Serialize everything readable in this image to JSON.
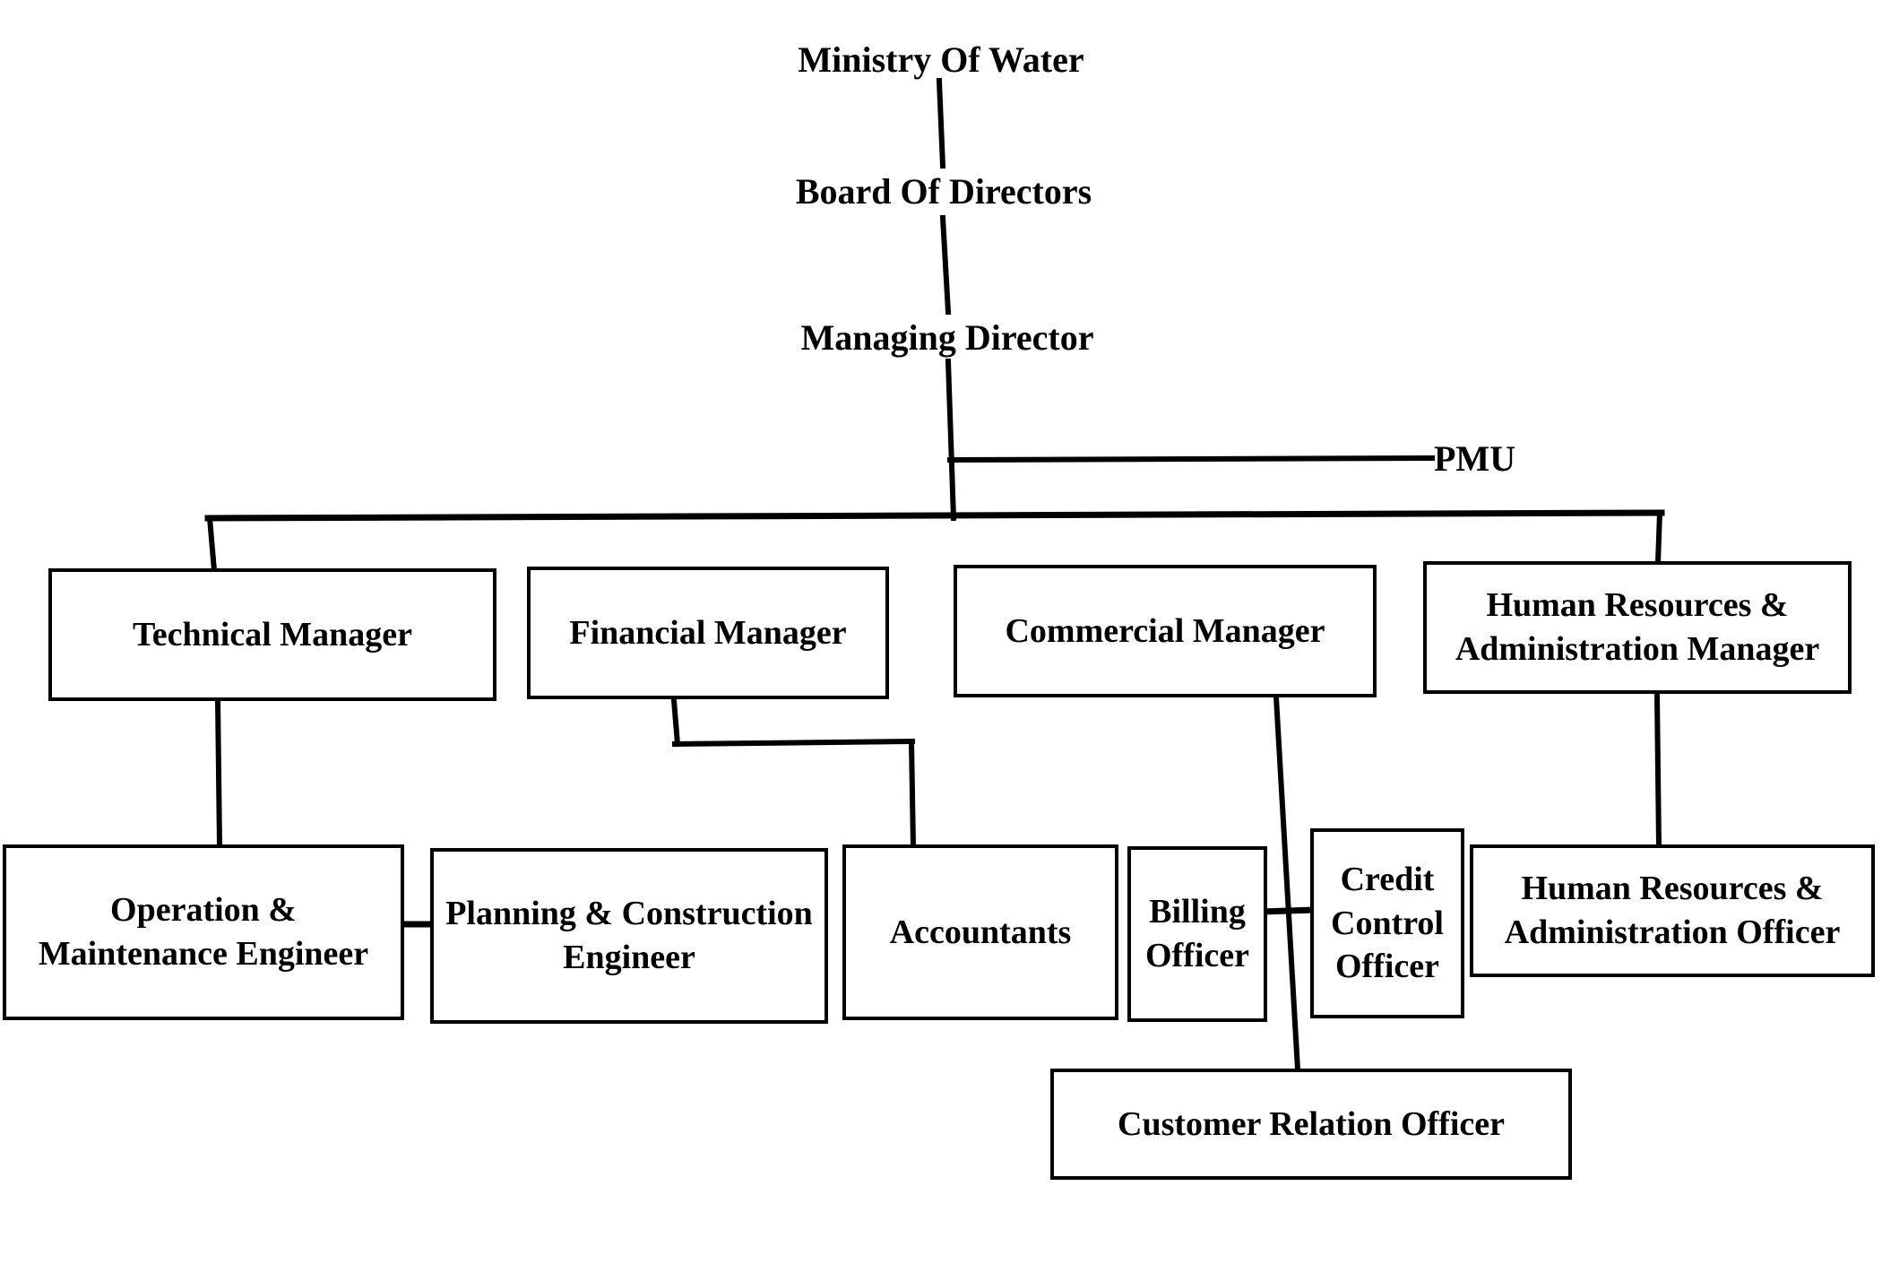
{
  "chart": {
    "type": "organization-chart",
    "title": "Water Utility Organizational Structure",
    "line_color": "#000000",
    "box_border_color": "#000000",
    "background_color": "#ffffff",
    "text_color": "#000000"
  },
  "nodes": {
    "ministry_of_water": {
      "label": "Ministry Of Water",
      "style": "plain-text",
      "level": 1
    },
    "board_of_directors": {
      "label": "Board Of Directors",
      "style": "plain-text",
      "level": 2
    },
    "managing_director": {
      "label": "Managing Director",
      "style": "plain-text",
      "level": 3
    },
    "pmu": {
      "label": "PMU",
      "style": "plain-text",
      "level": 4
    },
    "technical_manager": {
      "label": "Technical Manager",
      "style": "box",
      "level": 5
    },
    "financial_manager": {
      "label": "Financial Manager",
      "style": "box",
      "level": 5
    },
    "commercial_manager": {
      "label": "Commercial Manager",
      "style": "box",
      "level": 5
    },
    "hr_admin_manager": {
      "label": "Human Resources & Administration Manager",
      "style": "box",
      "level": 5
    },
    "operation_maintenance_engineer": {
      "label": "Operation & Maintenance Engineer",
      "style": "box",
      "level": 6
    },
    "planning_construction_engineer": {
      "label": "Planning & Construction Engineer",
      "style": "box",
      "level": 6
    },
    "accountants": {
      "label": "Accountants",
      "style": "box",
      "level": 6
    },
    "billing_officer": {
      "label": "Billing Officer",
      "style": "box",
      "level": 6
    },
    "credit_control_officer": {
      "label": "Credit Control Officer",
      "style": "box",
      "level": 6
    },
    "hr_admin_officer": {
      "label": "Human Resources & Administration Officer",
      "style": "box",
      "level": 6
    },
    "customer_relation_officer": {
      "label": "Customer Relation Officer",
      "style": "box",
      "level": 7
    }
  },
  "edges": [
    {
      "from": "ministry_of_water",
      "to": "board_of_directors"
    },
    {
      "from": "board_of_directors",
      "to": "managing_director"
    },
    {
      "from": "managing_director",
      "to": "pmu"
    },
    {
      "from": "managing_director",
      "to": "technical_manager"
    },
    {
      "from": "managing_director",
      "to": "financial_manager"
    },
    {
      "from": "managing_director",
      "to": "commercial_manager"
    },
    {
      "from": "managing_director",
      "to": "hr_admin_manager"
    },
    {
      "from": "technical_manager",
      "to": "operation_maintenance_engineer"
    },
    {
      "from": "operation_maintenance_engineer",
      "to": "planning_construction_engineer"
    },
    {
      "from": "financial_manager",
      "to": "accountants"
    },
    {
      "from": "billing_officer",
      "to": "credit_control_officer"
    },
    {
      "from": "commercial_manager",
      "to": "customer_relation_officer"
    },
    {
      "from": "hr_admin_manager",
      "to": "hr_admin_officer"
    }
  ]
}
